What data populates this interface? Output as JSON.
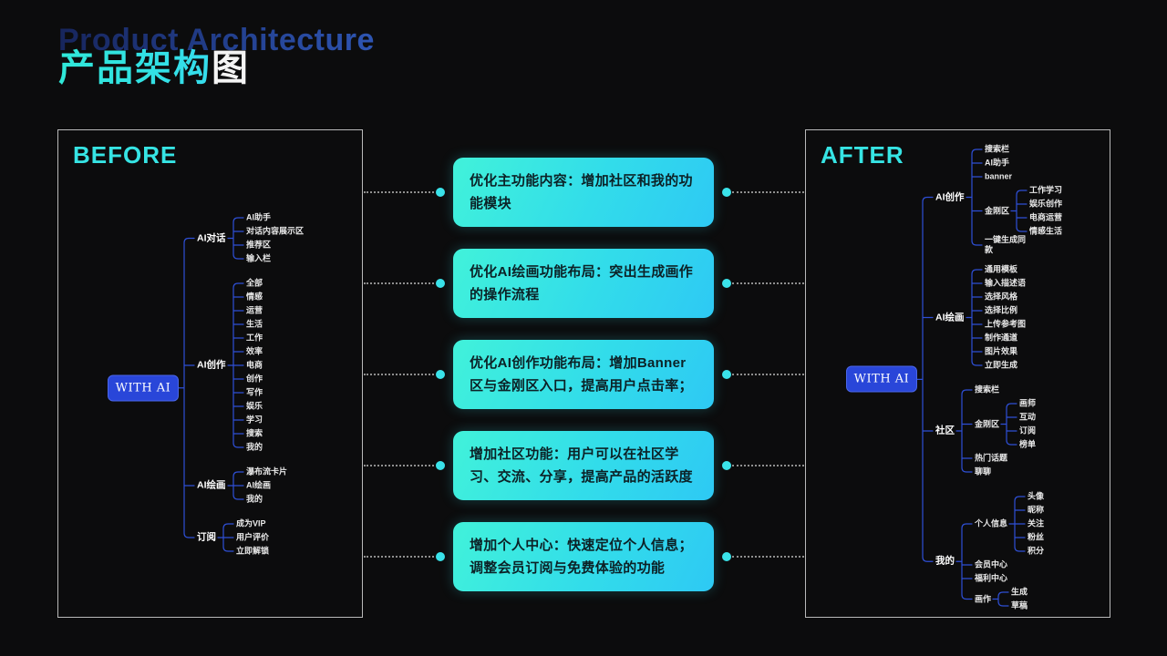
{
  "header": {
    "title_en": "Product Architecture",
    "title_cn_accent": "产品架构",
    "title_cn_suffix": "图"
  },
  "colors": {
    "background": "#0C0C0D",
    "accent_cyan": "#36E4E4",
    "root_node_blue": "#2946D9",
    "connector_blue": "#2E4FD6",
    "callout_gradient_start": "#41F2DA",
    "callout_gradient_end": "#2EC9F4",
    "callout_text": "#0C2126"
  },
  "callouts": [
    {
      "text": "优化主功能内容：增加社区和我的功能模块"
    },
    {
      "text": "优化AI绘画功能布局：突出生成画作的操作流程"
    },
    {
      "text": "优化AI创作功能布局：增加Banner区与金刚区入口，提高用户点击率；"
    },
    {
      "text": "增加社区功能：用户可以在社区学习、交流、分享，提高产品的活跃度"
    },
    {
      "text": "增加个人中心：快速定位个人信息；调整会员订阅与免费体验的功能"
    }
  ],
  "before": {
    "heading": "BEFORE",
    "root_label": "WITH AI",
    "tree": [
      {
        "label": "AI对话",
        "children": [
          {
            "label": "AI助手"
          },
          {
            "label": "对话内容展示区"
          },
          {
            "label": "推荐区"
          },
          {
            "label": "输入栏"
          }
        ]
      },
      {
        "label": "AI创作",
        "children": [
          {
            "label": "全部"
          },
          {
            "label": "情感"
          },
          {
            "label": "运营"
          },
          {
            "label": "生活"
          },
          {
            "label": "工作"
          },
          {
            "label": "效率"
          },
          {
            "label": "电商"
          },
          {
            "label": "创作"
          },
          {
            "label": "写作"
          },
          {
            "label": "娱乐"
          },
          {
            "label": "学习"
          },
          {
            "label": "搜索"
          },
          {
            "label": "我的"
          }
        ]
      },
      {
        "label": "AI绘画",
        "children": [
          {
            "label": "瀑布流卡片"
          },
          {
            "label": "AI绘画"
          },
          {
            "label": "我的"
          }
        ]
      },
      {
        "label": "订阅",
        "children": [
          {
            "label": "成为VIP"
          },
          {
            "label": "用户评价"
          },
          {
            "label": "立即解锁"
          }
        ]
      }
    ]
  },
  "after": {
    "heading": "AFTER",
    "root_label": "WITH AI",
    "tree": [
      {
        "label": "AI创作",
        "children": [
          {
            "label": "搜索栏"
          },
          {
            "label": "AI助手"
          },
          {
            "label": "banner"
          },
          {
            "label": "金刚区",
            "children": [
              {
                "label": "工作学习"
              },
              {
                "label": "娱乐创作"
              },
              {
                "label": "电商运营"
              },
              {
                "label": "情感生活"
              }
            ]
          },
          {
            "label": "一键生成同款"
          }
        ]
      },
      {
        "label": "AI绘画",
        "children": [
          {
            "label": "通用模板"
          },
          {
            "label": "输入描述语"
          },
          {
            "label": "选择风格"
          },
          {
            "label": "选择比例"
          },
          {
            "label": "上传参考图"
          },
          {
            "label": "制作通道"
          },
          {
            "label": "图片效果"
          },
          {
            "label": "立即生成"
          }
        ]
      },
      {
        "label": "社区",
        "children": [
          {
            "label": "搜索栏"
          },
          {
            "label": "金刚区",
            "children": [
              {
                "label": "画师"
              },
              {
                "label": "互动"
              },
              {
                "label": "订阅"
              },
              {
                "label": "榜单"
              }
            ]
          },
          {
            "label": "热门话题"
          },
          {
            "label": "聊聊"
          }
        ]
      },
      {
        "label": "我的",
        "children": [
          {
            "label": "个人信息",
            "children": [
              {
                "label": "头像"
              },
              {
                "label": "昵称"
              },
              {
                "label": "关注"
              },
              {
                "label": "粉丝"
              },
              {
                "label": "积分"
              }
            ]
          },
          {
            "label": "会员中心"
          },
          {
            "label": "福利中心"
          },
          {
            "label": "画作",
            "children": [
              {
                "label": "生成"
              },
              {
                "label": "草稿"
              }
            ]
          }
        ]
      }
    ]
  }
}
